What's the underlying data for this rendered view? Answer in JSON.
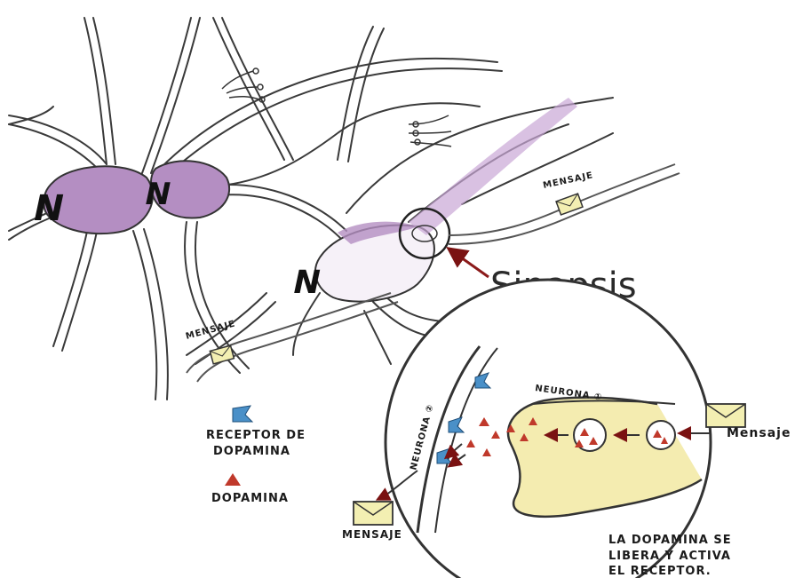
{
  "colors": {
    "background": "#ffffff",
    "neuron_body": "#b48ec2",
    "neuron_outline": "#333333",
    "receptor": "#4a90c8",
    "dopamine": "#c0392b",
    "envelope": "#f3efb2",
    "arrow": "#8b1a1a",
    "presynaptic_fill": "#f4ecb0"
  },
  "neuron_label": "N",
  "synapse_title": "Sinapsis",
  "message_labels": {
    "top": "MENSAJE",
    "left": "MENSAJE",
    "right": "Mensaje",
    "bottom": "MENSAJE"
  },
  "detail_labels": {
    "neuron_1": "NEURONA ①",
    "neuron_2": "NEURONA ②"
  },
  "legend": {
    "receptor_line1": "RECEPTOR DE",
    "receptor_line2": "DOPAMINA",
    "dopamine": "DOPAMINA",
    "receptor_icon": "receptor-flag-icon",
    "dopamine_icon": "red-triangle-icon"
  },
  "caption": {
    "line1": "LA DOPAMINA SE",
    "line2": "LIBERA Y ACTIVA",
    "line3": "EL RECEPTOR."
  }
}
